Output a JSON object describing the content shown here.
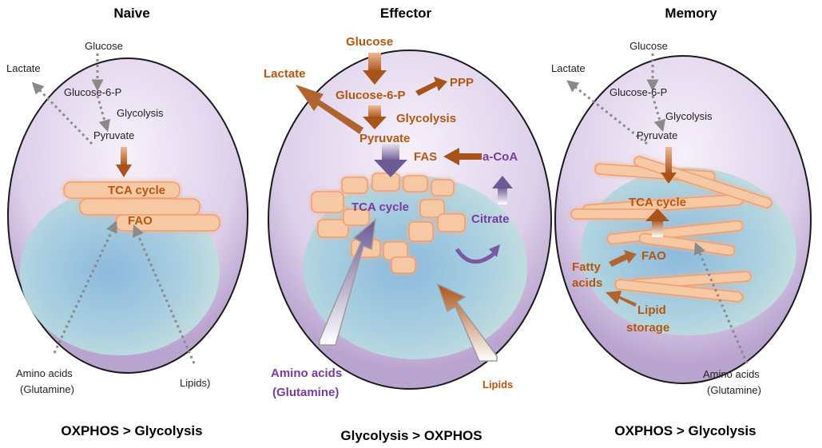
{
  "panels": {
    "naive": {
      "title": "Naive",
      "glucose": "Glucose",
      "lactate": "Lactate",
      "g6p": "Glucose-6-P",
      "glycolysis": "Glycolysis",
      "pyruvate": "Pyruvate",
      "tca": "TCA cycle",
      "fao": "FAO",
      "amino1": "Amino acids",
      "amino2": "(Glutamine)",
      "lipids": "Lipids)",
      "summary": "OXPHOS > Glycolysis"
    },
    "effector": {
      "title": "Effector",
      "glucose": "Glucose",
      "lactate": "Lactate",
      "g6p": "Glucose-6-P",
      "ppp": "PPP",
      "glycolysis": "Glycolysis",
      "pyruvate": "Pyruvate",
      "fas": "FAS",
      "acoa": "a-CoA",
      "tca": "TCA cycle",
      "citrate": "Citrate",
      "amino1": "Amino acids",
      "amino2": "(Glutamine)",
      "lipids": "Lipids",
      "summary": "Glycolysis > OXPHOS"
    },
    "memory": {
      "title": "Memory",
      "glucose": "Glucose",
      "lactate": "Lactate",
      "g6p": "Glucose-6-P",
      "glycolysis": "Glycolysis",
      "pyruvate": "Pyruvate",
      "tca": "TCA cycle",
      "fao": "FAO",
      "fatty1": "Fatty",
      "fatty2": "acids",
      "lipid1": "Lipid",
      "lipid2": "storage",
      "amino1": "Amino acids",
      "amino2": "(Glutamine)",
      "summary": "OXPHOS > Glycolysis"
    }
  },
  "colors": {
    "cell_fill": "#e3d9ec",
    "cell_edge": "#1a1a1a",
    "nucleus": "#a9cfe0",
    "mito": "#f6c9a4",
    "orange_text": "#b5560f",
    "purple_text": "#7a3aa0"
  }
}
